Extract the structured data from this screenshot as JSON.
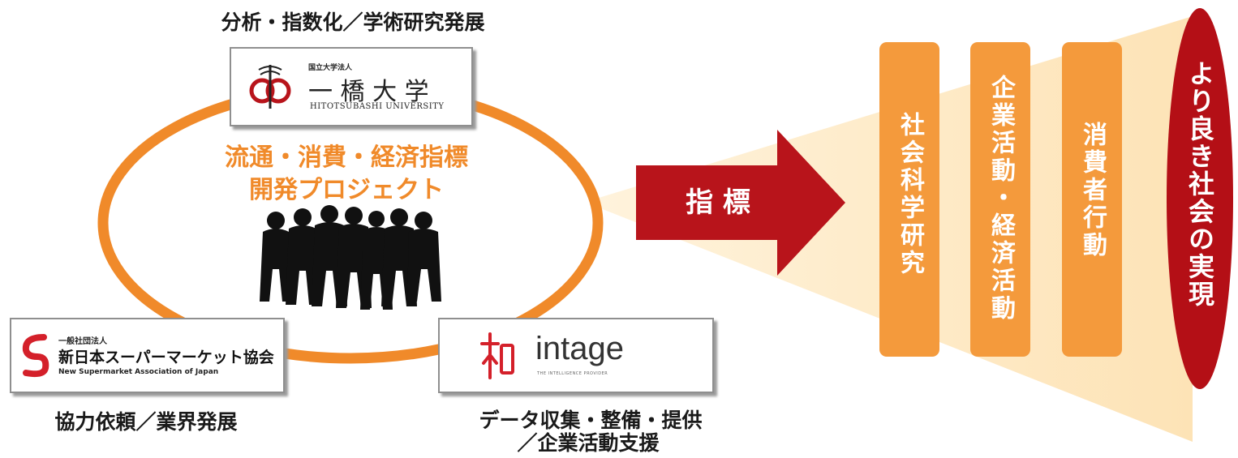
{
  "captions": {
    "top": "分析・指数化／学術研究発展",
    "bottom_left": "協力依頼／業界発展",
    "bottom_right_line1": "データ収集・整備・提供",
    "bottom_right_line2": "／企業活動支援"
  },
  "hitotsubashi": {
    "small_label": "国立大学法人",
    "name": "一 橋 大 学",
    "english": "HITOTSUBASHI UNIVERSITY"
  },
  "project": {
    "line1": "流通・消費・経済指標",
    "line2": "開発プロジェクト"
  },
  "supermarket": {
    "small_label": "一般社団法人",
    "name": "新日本スーパーマーケット協会",
    "english": "New Supermarket Association of Japan"
  },
  "intage": {
    "name": "intage",
    "tagline": "THE INTELLIGENCE PROVIDER"
  },
  "arrow": {
    "label": "指 標"
  },
  "bars": [
    {
      "label": "社会科学研究"
    },
    {
      "label": "企業活動・経済活動"
    },
    {
      "label": "消費者行動"
    }
  ],
  "goal": {
    "label": "より良き社会の実現"
  },
  "colors": {
    "orange": "#f08a2a",
    "bar_orange": "#f49a3c",
    "arrow_red": "#b8141b",
    "goal_red": "#b40f16",
    "cone": "#fde6bf"
  }
}
